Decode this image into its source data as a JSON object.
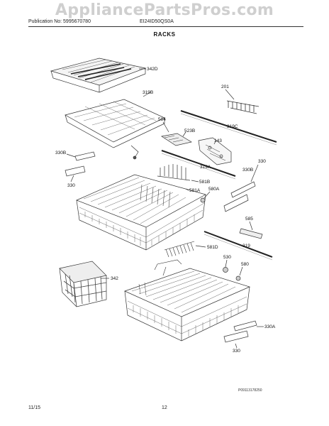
{
  "watermark": "AppliancePartsPros.com",
  "header": {
    "publication": "Publication No: 5995670780",
    "model": "EI24ID50QS0A"
  },
  "title": "RACKS",
  "parts": {
    "p342D": "342D",
    "p319B": "319B",
    "p201": "201",
    "p584": "584",
    "p523B": "523B",
    "p143": "143",
    "p319C": "319C",
    "p330B_left": "330B",
    "p330_left_top": "330",
    "p319A": "319A",
    "p330B_right": "330B",
    "p330_right_top": "330",
    "p581B": "581B",
    "p581A": "581A",
    "p580A": "580A",
    "p585": "585",
    "p581D": "581D",
    "p319": "319",
    "p530": "530",
    "p580": "580",
    "p342": "342",
    "p330A": "330A",
    "p330_bottom": "330"
  },
  "doc_id": "P09113178250",
  "footer": {
    "date": "11/15",
    "page": "12"
  }
}
